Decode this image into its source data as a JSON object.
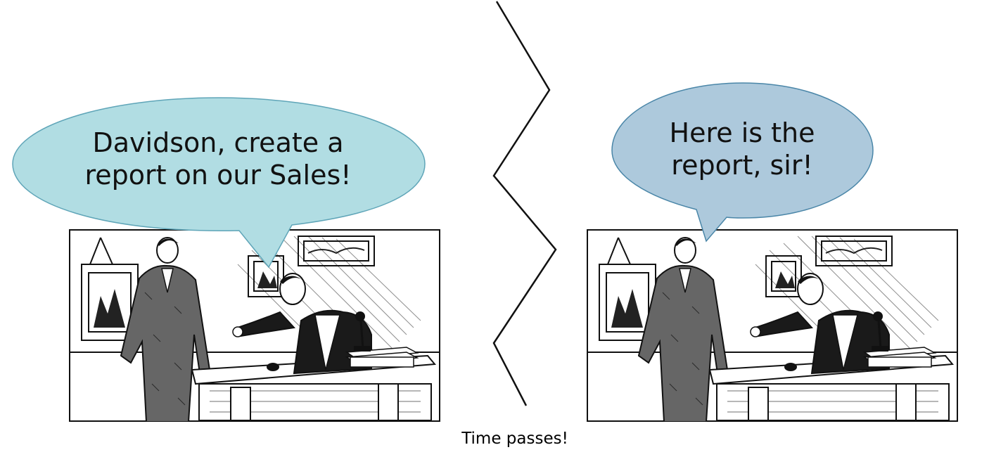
{
  "scene_left": {
    "speech": {
      "line1": "Davidson, create a",
      "line2": "report on our Sales!",
      "fill": "#b1dde3"
    }
  },
  "scene_right": {
    "speech": {
      "line1": "Here is the",
      "line2": "report, sir!",
      "fill": "#adc9dc"
    }
  },
  "transition": {
    "caption": "Time passes!"
  },
  "colors": {
    "ink": "#111111",
    "bubble_stroke": "#5fa5b8",
    "bubble2_stroke": "#4a86a8"
  }
}
